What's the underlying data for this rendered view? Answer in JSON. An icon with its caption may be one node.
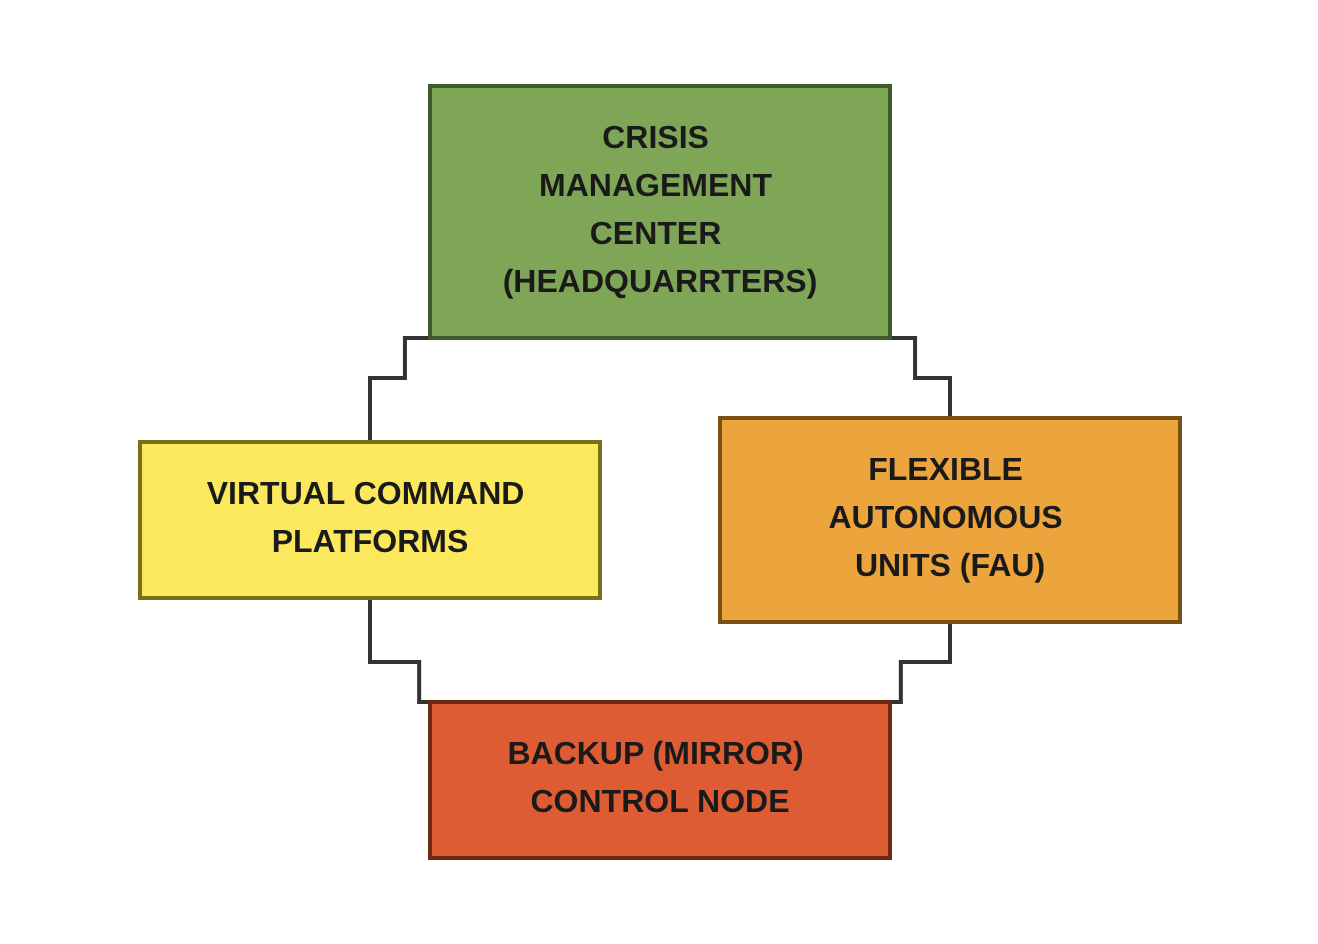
{
  "diagram": {
    "nodes": [
      {
        "text": [
          "CRISIS MANAGEMENT CENTER (HEADQUARRTERS)"
        ]
      },
      {
        "text": [
          "FLEXIBLE AUTONOMOUS UNITS (FAU)"
        ]
      },
      {
        "text": [
          "VIRTUAL COMMAND PLATFORMS"
        ]
      },
      {
        "text": [
          "BACKUP (MIRROR) CONTROL NODE"
        ]
      }
    ],
    "edges": [
      {
        "from": 0,
        "to": 1,
        "arrow": "none"
      },
      {
        "from": 0,
        "to": 2,
        "arrow": "none"
      },
      {
        "from": 2,
        "to": 3,
        "arrow": "none"
      },
      {
        "from": 1,
        "to": 3,
        "arrow": "none"
      }
    ]
  }
}
